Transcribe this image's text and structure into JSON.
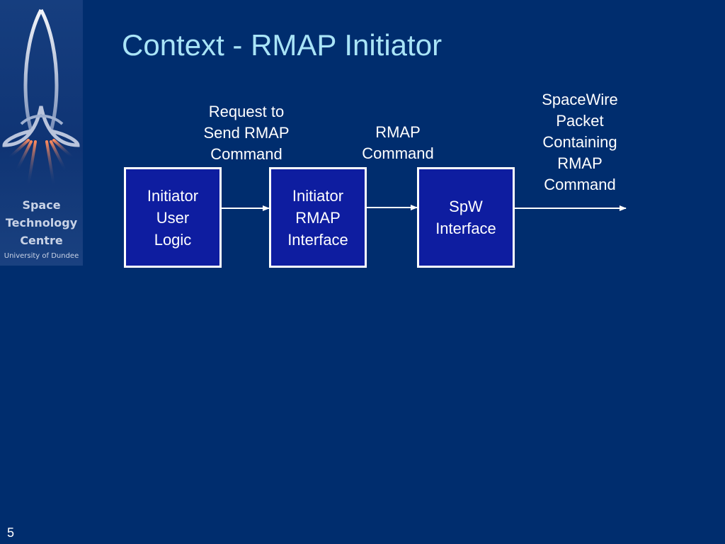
{
  "logo": {
    "line1": "Space",
    "line2": "Technology",
    "line3": "Centre",
    "line4": "University of Dundee"
  },
  "title": "Context - RMAP Initiator",
  "diagram": {
    "boxes": [
      {
        "text": "Initiator\nUser\nLogic"
      },
      {
        "text": "Initiator\nRMAP\nInterface"
      },
      {
        "text": "SpW\nInterface"
      }
    ],
    "labels": {
      "request": "Request to\nSend RMAP\nCommand",
      "rmap_command": "RMAP\nCommand",
      "packet": "SpaceWire\nPacket\nContaining\nRMAP\nCommand"
    }
  },
  "slide_number": "5"
}
